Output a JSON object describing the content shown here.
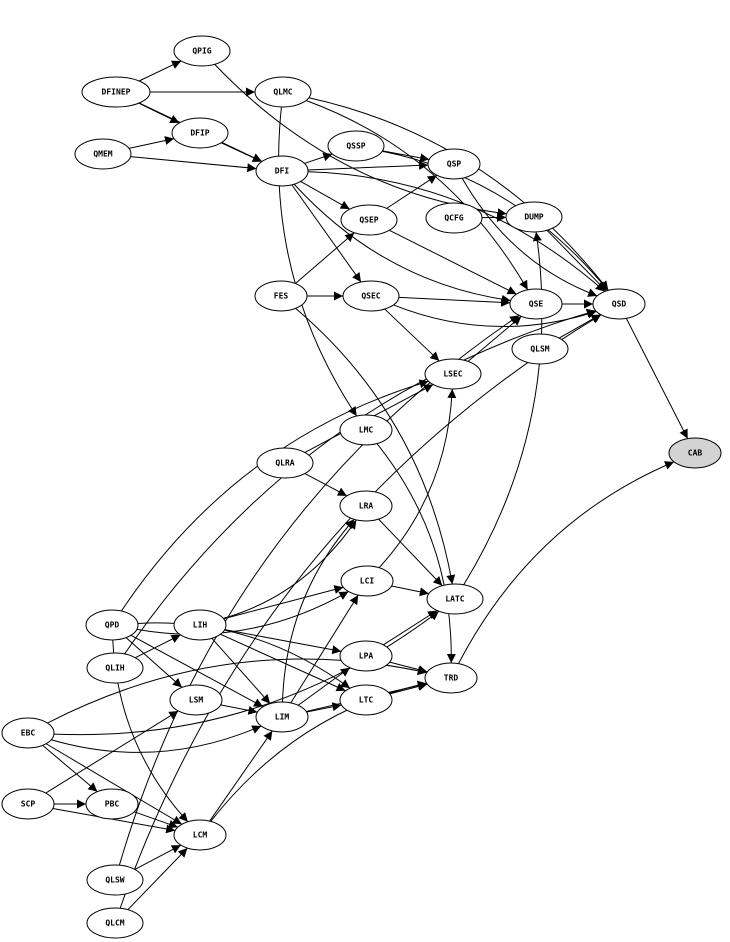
{
  "graph": {
    "nodes": [
      {
        "id": "QPIG",
        "label": "QPIG"
      },
      {
        "id": "DFINEP",
        "label": "DFINEP"
      },
      {
        "id": "QLMC",
        "label": "QLMC"
      },
      {
        "id": "DFIP",
        "label": "DFIP"
      },
      {
        "id": "QMEM",
        "label": "QMEM"
      },
      {
        "id": "DFI",
        "label": "DFI"
      },
      {
        "id": "QSSP",
        "label": "QSSP"
      },
      {
        "id": "QSP",
        "label": "QSP"
      },
      {
        "id": "QSEP",
        "label": "QSEP"
      },
      {
        "id": "QCFG",
        "label": "QCFG"
      },
      {
        "id": "DUMP",
        "label": "DUMP"
      },
      {
        "id": "FES",
        "label": "FES"
      },
      {
        "id": "QSEC",
        "label": "QSEC"
      },
      {
        "id": "QSE",
        "label": "QSE"
      },
      {
        "id": "QSD",
        "label": "QSD"
      },
      {
        "id": "QLSM",
        "label": "QLSM"
      },
      {
        "id": "LSEC",
        "label": "LSEC"
      },
      {
        "id": "LMC",
        "label": "LMC"
      },
      {
        "id": "CAB",
        "label": "CAB",
        "highlight": true
      },
      {
        "id": "QLRA",
        "label": "QLRA"
      },
      {
        "id": "LRA",
        "label": "LRA"
      },
      {
        "id": "LCI",
        "label": "LCI"
      },
      {
        "id": "LATC",
        "label": "LATC"
      },
      {
        "id": "QPD",
        "label": "QPD"
      },
      {
        "id": "LIH",
        "label": "LIH"
      },
      {
        "id": "QLIH",
        "label": "QLIH"
      },
      {
        "id": "LPA",
        "label": "LPA"
      },
      {
        "id": "LSM",
        "label": "LSM"
      },
      {
        "id": "LTC",
        "label": "LTC"
      },
      {
        "id": "TRD",
        "label": "TRD"
      },
      {
        "id": "LIM",
        "label": "LIM"
      },
      {
        "id": "EBC",
        "label": "EBC"
      },
      {
        "id": "SCP",
        "label": "SCP"
      },
      {
        "id": "PBC",
        "label": "PBC"
      },
      {
        "id": "LCM",
        "label": "LCM"
      },
      {
        "id": "QLSW",
        "label": "QLSW"
      },
      {
        "id": "QLCM",
        "label": "QLCM"
      }
    ],
    "edges": [
      [
        "DFINEP",
        "QPIG"
      ],
      [
        "DFINEP",
        "QLMC"
      ],
      [
        "DFINEP",
        "DFIP"
      ],
      [
        "DFINEP",
        "DFI"
      ],
      [
        "QMEM",
        "DFIP"
      ],
      [
        "QMEM",
        "DFI"
      ],
      [
        "DFIP",
        "DFI"
      ],
      [
        "DFI",
        "QSSP"
      ],
      [
        "DFI",
        "QSP"
      ],
      [
        "DFI",
        "QSEP"
      ],
      [
        "DFI",
        "QSEC"
      ],
      [
        "DFI",
        "QSE"
      ],
      [
        "DFI",
        "QSD"
      ],
      [
        "QPIG",
        "DUMP"
      ],
      [
        "QLMC",
        "QSE"
      ],
      [
        "QLMC",
        "LMC"
      ],
      [
        "QLMC",
        "QSD"
      ],
      [
        "QSSP",
        "QSP"
      ],
      [
        "QSSP",
        "QSD"
      ],
      [
        "QSP",
        "QSD"
      ],
      [
        "QSEP",
        "QSP"
      ],
      [
        "QSEP",
        "QSE"
      ],
      [
        "QCFG",
        "DUMP"
      ],
      [
        "DUMP",
        "QSD"
      ],
      [
        "FES",
        "QSEP"
      ],
      [
        "FES",
        "QSEC"
      ],
      [
        "FES",
        "LATC"
      ],
      [
        "QSEC",
        "QSD"
      ],
      [
        "QSEC",
        "QSE"
      ],
      [
        "QSEC",
        "LSEC"
      ],
      [
        "QSE",
        "QSD"
      ],
      [
        "QLSM",
        "QSD"
      ],
      [
        "QSD",
        "CAB"
      ],
      [
        "LSEC",
        "QSE"
      ],
      [
        "TRD",
        "CAB"
      ],
      [
        "LATC",
        "DUMP"
      ],
      [
        "LMC",
        "TRD"
      ],
      [
        "QLRA",
        "LRA"
      ],
      [
        "QLRA",
        "LSEC"
      ],
      [
        "LRA",
        "LATC"
      ],
      [
        "LCI",
        "LATC"
      ],
      [
        "LCI",
        "LSEC"
      ],
      [
        "LPA",
        "LATC"
      ],
      [
        "LPA",
        "TRD"
      ],
      [
        "LTC",
        "TRD"
      ],
      [
        "LIM",
        "LCI"
      ],
      [
        "LIM",
        "LPA"
      ],
      [
        "LIM",
        "LTC"
      ],
      [
        "LIM",
        "LRA"
      ],
      [
        "LIM",
        "TRD"
      ],
      [
        "LIH",
        "LCI"
      ],
      [
        "LIH",
        "LPA"
      ],
      [
        "LIH",
        "LIM"
      ],
      [
        "LIH",
        "LRA"
      ],
      [
        "LIH",
        "LTC"
      ],
      [
        "QPD",
        "LCI"
      ],
      [
        "QPD",
        "LSM"
      ],
      [
        "QPD",
        "LIM"
      ],
      [
        "QPD",
        "LTC"
      ],
      [
        "QPD",
        "LCM"
      ],
      [
        "QPD",
        "LSEC"
      ],
      [
        "QLIH",
        "LIH"
      ],
      [
        "QLIH",
        "QSD"
      ],
      [
        "LSM",
        "LIM"
      ],
      [
        "EBC",
        "PBC"
      ],
      [
        "EBC",
        "LIM"
      ],
      [
        "EBC",
        "LCM"
      ],
      [
        "EBC",
        "LATC"
      ],
      [
        "EBC",
        "TRD"
      ],
      [
        "SCP",
        "PBC"
      ],
      [
        "SCP",
        "LSM"
      ],
      [
        "SCP",
        "LCM"
      ],
      [
        "PBC",
        "LCM"
      ],
      [
        "LCM",
        "LIM"
      ],
      [
        "LCM",
        "TRD"
      ],
      [
        "QLSW",
        "LCM"
      ],
      [
        "QLSW",
        "QSE"
      ],
      [
        "QLCM",
        "LCM"
      ],
      [
        "QLCM",
        "QSD"
      ]
    ]
  }
}
